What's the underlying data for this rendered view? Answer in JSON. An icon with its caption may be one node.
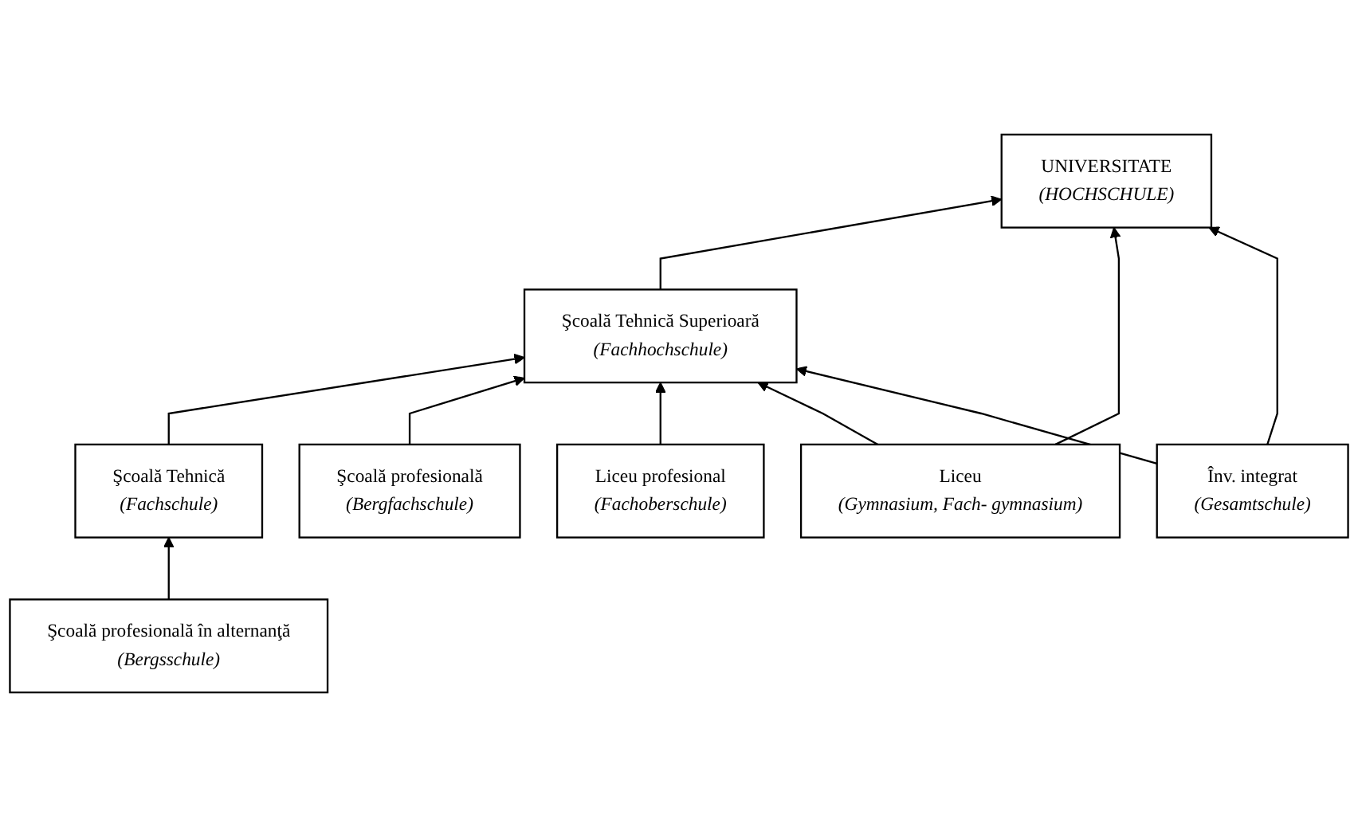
{
  "diagram": {
    "nodes": [
      {
        "text": [
          "UNIVERSITATE",
          "(HOCHSCHULE)"
        ]
      },
      {
        "text": [
          "Şcoală Tehnică Superioară",
          "(Fachhochschule)"
        ]
      },
      {
        "text": [
          "Şcoală Tehnică",
          "(Fachschule)"
        ]
      },
      {
        "text": [
          "Şcoală profesională în alternanţă",
          "(Bergsschule)"
        ]
      },
      {
        "text": [
          "Şcoală profesională",
          "(Bergfachschule)"
        ]
      },
      {
        "text": [
          "Liceu profesional",
          "(Fachoberschule)"
        ]
      },
      {
        "text": [
          "Înv. integrat",
          "(Gesamtschule)"
        ]
      },
      {
        "text": [
          "Liceu",
          "(Gymnasium, Fach- gymnasium)"
        ]
      }
    ],
    "edges": [
      {
        "from": 3,
        "to": 2,
        "arrow": "to"
      },
      {
        "from": 2,
        "to": 1,
        "arrow": "to"
      },
      {
        "from": 4,
        "to": 1,
        "arrow": "to"
      },
      {
        "from": 5,
        "to": 1,
        "arrow": "to"
      },
      {
        "from": 1,
        "to": 0,
        "arrow": "to"
      },
      {
        "from": 7,
        "to": 0,
        "arrow": "to"
      },
      {
        "from": 7,
        "to": 1,
        "arrow": "to"
      },
      {
        "from": 6,
        "to": 0,
        "arrow": "to"
      },
      {
        "from": 6,
        "to": 1,
        "arrow": "to"
      }
    ]
  }
}
